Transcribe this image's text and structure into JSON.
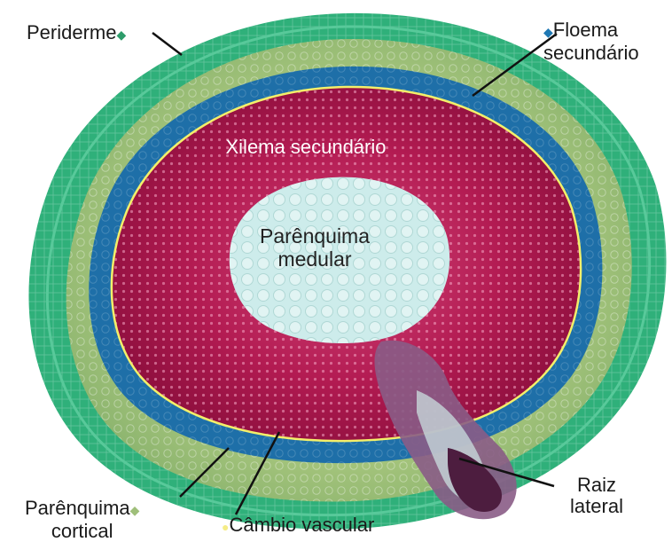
{
  "labels": {
    "periderme": "Periderme",
    "floema_line1": "Floema",
    "floema_line2": "secundário",
    "xilema": "Xilema secundário",
    "parenquima_medular_line1": "Parênquima",
    "parenquima_medular_line2": "medular",
    "raiz_line1": "Raiz",
    "raiz_line2": "lateral",
    "parenquima_cortical_line1": "Parênquima",
    "parenquima_cortical_line2": "cortical",
    "cambio": "Câmbio vascular"
  },
  "markers": {
    "periderme": "◆",
    "floema": "◆",
    "parenquima_cortical": "◆",
    "cambio": "●"
  },
  "colors": {
    "periderme": "#2fb07a",
    "cortex": "#9fbf7a",
    "phloem": "#1e6fa8",
    "cambium_line": "#f3ef6a",
    "xylem": "#b0194d",
    "pith": "#cdeceb",
    "root": "#6b2a57",
    "marker_green": "#2d9c6a",
    "marker_blue": "#1f78b4",
    "marker_yellow": "#f5ec86"
  }
}
